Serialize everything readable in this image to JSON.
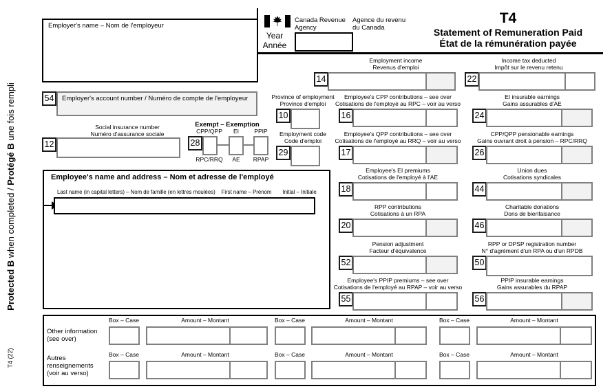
{
  "header": {
    "employer_name_label": "Employer's name – Nom de l'employeur",
    "year_en": "Year",
    "year_fr": "Année",
    "cra_en": "Canada Revenue\nAgency",
    "cra_fr": "Agence du revenu\ndu Canada",
    "title": "T4",
    "subtitle_en": "Statement of Remuneration Paid",
    "subtitle_fr": "État de la rémunération payée"
  },
  "protected_note": {
    "en_bold": "Protected B",
    "en_rest": " when completed / ",
    "fr_bold": "Protégé B",
    "fr_rest": " une fois rempli"
  },
  "form_code": "T4 (22)",
  "employer": {
    "account_box_number": "54",
    "account_label": "Employer's account number / Numéro de compte de l'employeur"
  },
  "sin": {
    "box_number": "12",
    "label_en": "Social insurance number",
    "label_fr": "Numéro d'assurance sociale"
  },
  "exempt": {
    "box_number": "28",
    "title": "Exempt – Exemption",
    "top_labels": [
      "CPP/QPP",
      "EI",
      "PPIP"
    ],
    "bottom_labels": [
      "RPC/RRQ",
      "AE",
      "RPAP"
    ]
  },
  "employee": {
    "heading": "Employee's name and address – Nom et adresse de l'employé",
    "last_name_label": "Last name (in capital letters) – Nom de famille (en lettres moulées)",
    "first_name_label": "First name – Prénom",
    "initial_label": "Initial – Initiale"
  },
  "fields": {
    "f14": {
      "num": "14",
      "en": "Employment income",
      "fr": "Revenus d'emploi"
    },
    "f22": {
      "num": "22",
      "en": "Income tax deducted",
      "fr": "Impôt sur le revenu retenu"
    },
    "f10": {
      "num": "10",
      "en": "Province of employment",
      "fr": "Province d'emploi"
    },
    "f16": {
      "num": "16",
      "en": "Employee's CPP contributions – see over",
      "fr": "Cotisations de l'employé au RPC – voir au verso"
    },
    "f24": {
      "num": "24",
      "en": "EI insurable earnings",
      "fr": "Gains assurables d'AE"
    },
    "f29": {
      "num": "29",
      "en": "Employment code",
      "fr": "Code d'emploi"
    },
    "f17": {
      "num": "17",
      "en": "Employee's QPP contributions – see over",
      "fr": "Cotisations de l'employé au RRQ – voir au verso"
    },
    "f26": {
      "num": "26",
      "en": "CPP/QPP pensionable earnings",
      "fr": "Gains ouvrant droit à pension – RPC/RRQ"
    },
    "f18": {
      "num": "18",
      "en": "Employee's EI premiums",
      "fr": "Cotisations de l'employé à l'AE"
    },
    "f44": {
      "num": "44",
      "en": "Union dues",
      "fr": "Cotisations syndicales"
    },
    "f20": {
      "num": "20",
      "en": "RPP contributions",
      "fr": "Cotisations à un RPA"
    },
    "f46": {
      "num": "46",
      "en": "Charitable donations",
      "fr": "Dons de bienfaisance"
    },
    "f52": {
      "num": "52",
      "en": "Pension adjustment",
      "fr": "Facteur d'équivalence"
    },
    "f50": {
      "num": "50",
      "en": "RPP or DPSP registration number",
      "fr": "N° d'agrément d'un RPA ou d'un RPDB"
    },
    "f55": {
      "num": "55",
      "en": "Employee's PPIP premiums – see over",
      "fr": "Cotisations de l'employé au RPAP – voir au verso"
    },
    "f56": {
      "num": "56",
      "en": "PPIP insurable earnings",
      "fr": "Gains assurables du RPAP"
    }
  },
  "other_info": {
    "caption_row1": "Other information\n(see over)",
    "caption_row2": "Autres\nrenseignements\n(voir au verso)",
    "box_label": "Box – Case",
    "amount_label": "Amount – Montant"
  }
}
